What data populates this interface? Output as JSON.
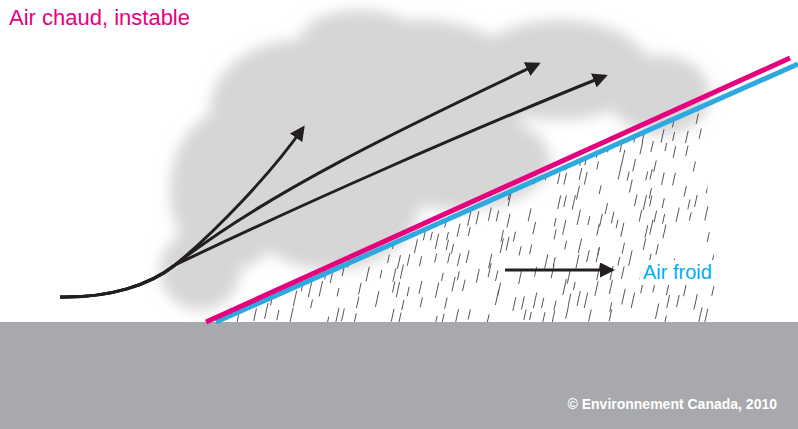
{
  "diagram": {
    "labels": [
      "Air chaud, instable",
      "Air froid",
      "© Environnement Canada, 2010"
    ]
  }
}
